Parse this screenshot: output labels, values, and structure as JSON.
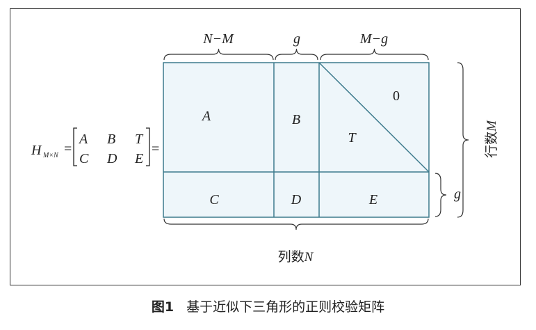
{
  "equation": {
    "lhs": "H",
    "sub": "M×N",
    "eq": "=",
    "m": [
      [
        "A",
        "B",
        "T"
      ],
      [
        "C",
        "D",
        "E"
      ]
    ]
  },
  "blocks": {
    "A": "A",
    "B": "B",
    "T": "T",
    "zero": "0",
    "C": "C",
    "D": "D",
    "E": "E"
  },
  "top_labels": [
    "N−M",
    "g",
    "M−g"
  ],
  "right_g": "g",
  "rows_label": "行数",
  "rows_var": "M",
  "cols_label": "列数",
  "cols_var": "N",
  "caption": {
    "num": "图1",
    "text": "基于近似下三角形的正则校验矩阵"
  },
  "colors": {
    "fill": "#eef6fa",
    "stroke": "#3d7a8c"
  }
}
